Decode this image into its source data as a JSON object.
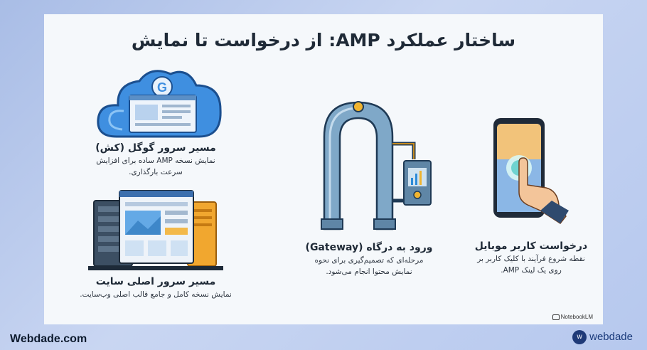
{
  "title": "ساختار عملکرد AMP: از درخواست تا نمایش",
  "steps": {
    "mobile": {
      "heading": "درخواست کاربر موبایل",
      "desc_1": "نقطه شروع فرآیند با کلیک کاربر بر",
      "desc_2": "روی یک لینک AMP."
    },
    "gateway": {
      "heading": "ورود به درگاه (Gateway)",
      "desc_1": "مرحله‌ای که تصمیم‌گیری برای نحوه",
      "desc_2": "نمایش محتوا انجام می‌شود."
    },
    "google": {
      "heading": "مسیر سرور گوگل (کش)",
      "desc_1": "نمایش نسخه AMP ساده برای افزایش",
      "desc_2": "سرعت بارگذاری."
    },
    "origin": {
      "heading": "مسیر سرور اصلی سایت",
      "desc_1": "نمایش نسخه کامل و جامع قالب اصلی وب‌سایت."
    }
  },
  "cloud_letter": "G",
  "notebook_badge": "NotebookLM",
  "brand_left": "Webdade.com",
  "brand_right": "webdade"
}
